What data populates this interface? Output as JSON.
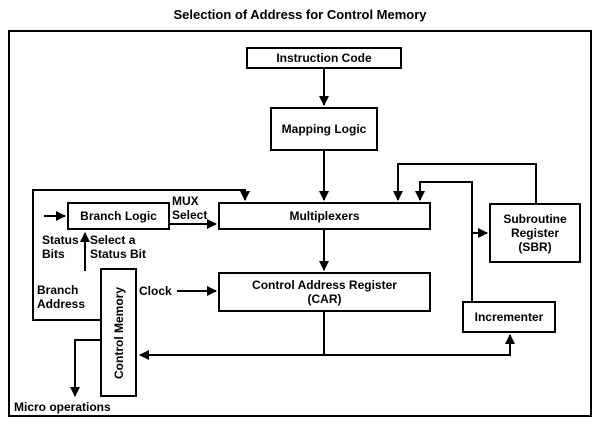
{
  "title": "Selection of Address for Control Memory",
  "boxes": {
    "instruction_code": {
      "label": "Instruction Code"
    },
    "mapping_logic": {
      "label": "Mapping Logic"
    },
    "multiplexers": {
      "label": "Multiplexers"
    },
    "branch_logic": {
      "label": "Branch Logic"
    },
    "car": {
      "label": "Control Address Register\n(CAR)"
    },
    "sbr": {
      "label": "Subroutine\nRegister\n(SBR)"
    },
    "incrementer": {
      "label": "Incrementer"
    },
    "control_memory": {
      "label": "Control Memory"
    }
  },
  "labels": {
    "mux_select": "MUX\nSelect",
    "status_bits": "Status\nBits",
    "select_status_bit": "Select a\nStatus Bit",
    "branch_address": "Branch\nAddress",
    "clock": "Clock",
    "micro_operations": "Micro operations"
  },
  "colors": {
    "background": "#ffffff",
    "line": "#000000",
    "text": "#000000"
  }
}
